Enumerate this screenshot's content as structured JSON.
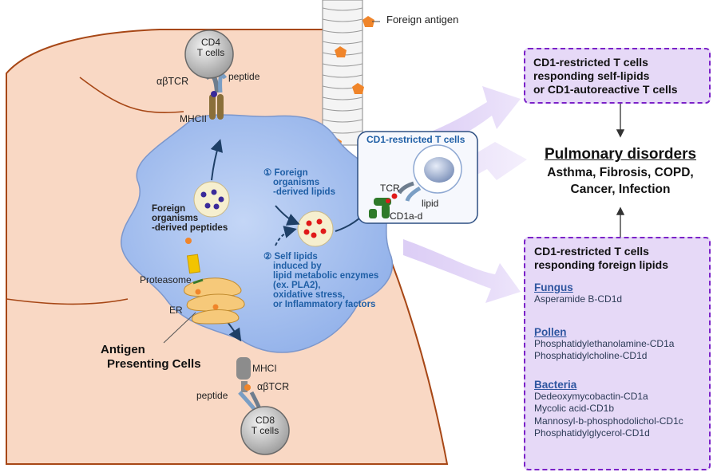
{
  "colors": {
    "lung_fill": "#f9d8c4",
    "lung_stroke": "#a74716",
    "cell_fill": "#a9c3f0",
    "panel_fill": "#e6d9f7",
    "panel_border": "#7b22c8",
    "antigen": "#f0852a",
    "lipid_dot": "#e01919",
    "peptide_dot": "#3a2a9a",
    "text_blue": "#1f5fa6"
  },
  "labels": {
    "foreign_antigen": "Foreign antigen",
    "cd4_line1": "CD4",
    "cd4_line2": "T cells",
    "abtcr_top": "αβTCR",
    "peptide_top": "peptide",
    "mhcii": "MHCII",
    "cd1_box_title": "CD1-restricted T cells",
    "tcr": "TCR",
    "lipid": "lipid",
    "cd1ad": "CD1a-d",
    "step1_line1": "① Foreign",
    "step1_line2": "organisms",
    "step1_line3": "-derived lipids",
    "foreign_pep_line1": "Foreign",
    "foreign_pep_line2": "organisms",
    "foreign_pep_line3": "-derived peptides",
    "step2_line1": "② Self lipids",
    "step2_line2": "induced by",
    "step2_line3": "lipid metabolic enzymes",
    "step2_line4": "(ex. PLA2),",
    "step2_line5": "oxidative stress,",
    "step2_line6": "or Inflammatory factors",
    "proteasome": "Proteasome",
    "er": "ER",
    "apc_line1": "Antigen",
    "apc_line2": "Presenting Cells",
    "mhci": "MHCI",
    "peptide_bottom": "peptide",
    "abtcr_bottom": "αβTCR",
    "cd8_line1": "CD8",
    "cd8_line2": "T cells"
  },
  "top_panel": {
    "line1": "CD1-restricted T cells",
    "line2": "responding self-lipids",
    "line3": "or CD1-autoreactive T cells"
  },
  "disorders": {
    "title": "Pulmonary disorders",
    "line1": "Asthma, Fibrosis, COPD,",
    "line2": "Cancer, Infection"
  },
  "bottom_panel": {
    "title_line1": "CD1-restricted T cells",
    "title_line2": "responding foreign lipids",
    "fungus": {
      "heading": "Fungus",
      "items": [
        "Asperamide B-CD1d"
      ]
    },
    "pollen": {
      "heading": "Pollen",
      "items": [
        "Phosphatidylethanolamine-CD1a",
        "Phosphatidylcholine-CD1d"
      ]
    },
    "bacteria": {
      "heading": "Bacteria",
      "items": [
        "Dedeoxymycobactin-CD1a",
        "Mycolic acid-CD1b",
        "Mannosyl-b-phosphodolichol-CD1c",
        "Phosphatidylglycerol-CD1d"
      ]
    }
  }
}
